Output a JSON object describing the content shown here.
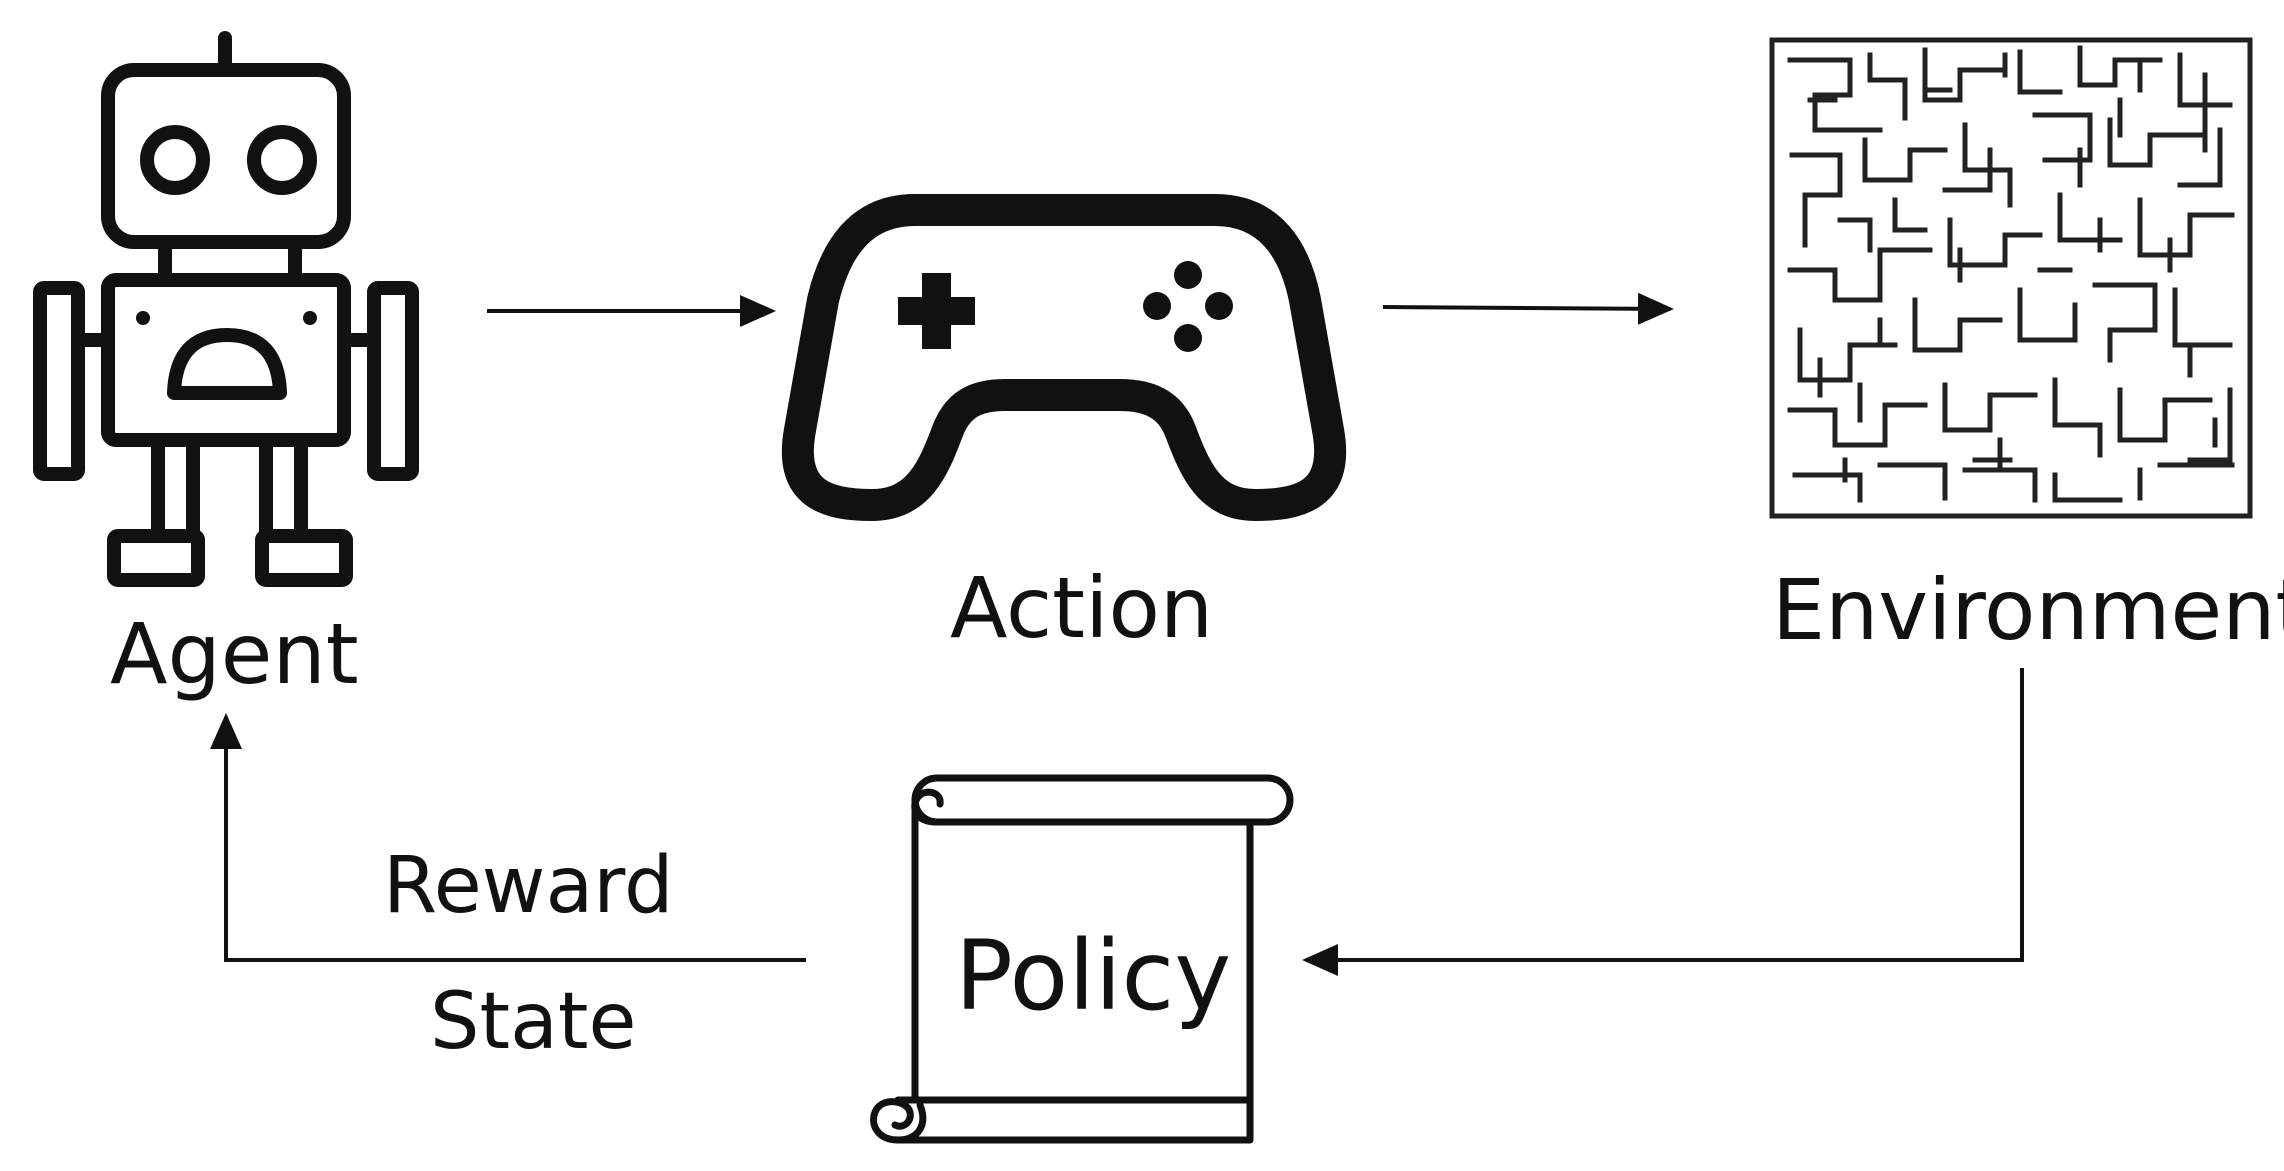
{
  "diagram": {
    "labels": {
      "agent": "Agent",
      "action": "Action",
      "environment": "Environment",
      "policy": "Policy",
      "reward": "Reward",
      "state": "State"
    },
    "icons": {
      "agent": "robot-icon",
      "action": "gamepad-icon",
      "environment": "maze-icon",
      "policy": "scroll-icon"
    },
    "colors": {
      "stroke": "#111111",
      "background": "#ffffff"
    }
  }
}
